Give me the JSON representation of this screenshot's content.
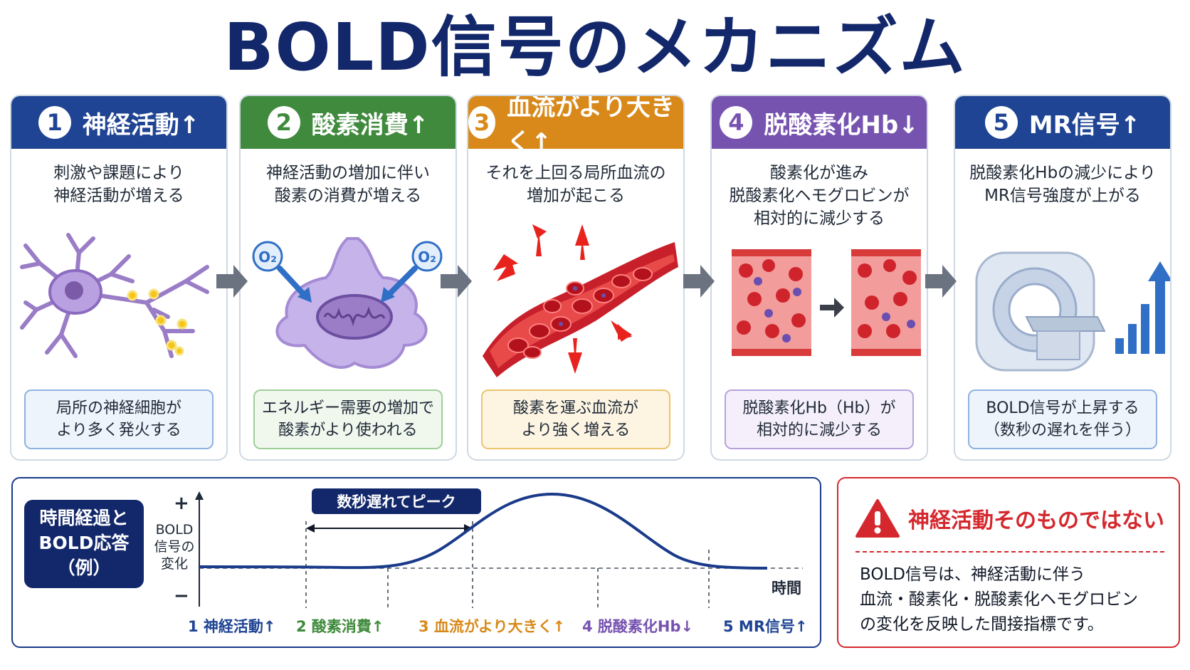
{
  "title": "BOLD信号のメカニズム",
  "steps": [
    {
      "num": "1",
      "head": "神経活動↑",
      "desc": "刺激や課題により\n神経活動が増える",
      "box": "局所の神経細胞が\nより多く発火する",
      "color": "#1f4494"
    },
    {
      "num": "2",
      "head": "酸素消費↑",
      "desc": "神経活動の増加に伴い\n酸素の消費が増える",
      "box": "エネルギー需要の増加で\n酸素がより使われる",
      "color": "#3f8a3c",
      "o2_left": "O₂",
      "o2_right": "O₂"
    },
    {
      "num": "3",
      "head": "血流がより大きく↑",
      "desc": "それを上回る局所血流の\n増加が起こる",
      "box": "酸素を運ぶ血流が\nより強く増える",
      "color": "#d8891a"
    },
    {
      "num": "4",
      "head": "脱酸素化Hb↓",
      "desc": "酸素化が進み\n脱酸素化ヘモグロビンが\n相対的に減少する",
      "box": "脱酸素化Hb（Hb）が\n相対的に減少する",
      "color": "#7753b0"
    },
    {
      "num": "5",
      "head": "MR信号↑",
      "desc": "脱酸素化Hbの減少により\nMR信号強度が上がる",
      "box": "BOLD信号が上昇する\n（数秒の遅れを伴う）",
      "color": "#1f4494"
    }
  ],
  "timeline": {
    "label": "時間経過と\nBOLD応答\n（例）",
    "ylabel": "BOLD\n信号の\n変化",
    "yplus": "+",
    "yminus": "−",
    "xlabel": "時間",
    "peak_note": "数秒遅れてピーク",
    "steps": [
      {
        "text": "1  神経活動↑",
        "color": "#1f4494"
      },
      {
        "text": "2  酸素消費↑",
        "color": "#3f8a3c"
      },
      {
        "text": "3  血流がより大きく↑",
        "color": "#d8891a"
      },
      {
        "text": "4  脱酸素化Hb↓",
        "color": "#7753b0"
      },
      {
        "text": "5  MR信号↑",
        "color": "#1f4494"
      }
    ]
  },
  "note": {
    "title": "神経活動そのものではない",
    "body": "BOLD信号は、神経活動に伴う\n血流・酸素化・脱酸素化ヘモグロビン\nの変化を反映した間接指標です。",
    "color": "#d4282e"
  }
}
